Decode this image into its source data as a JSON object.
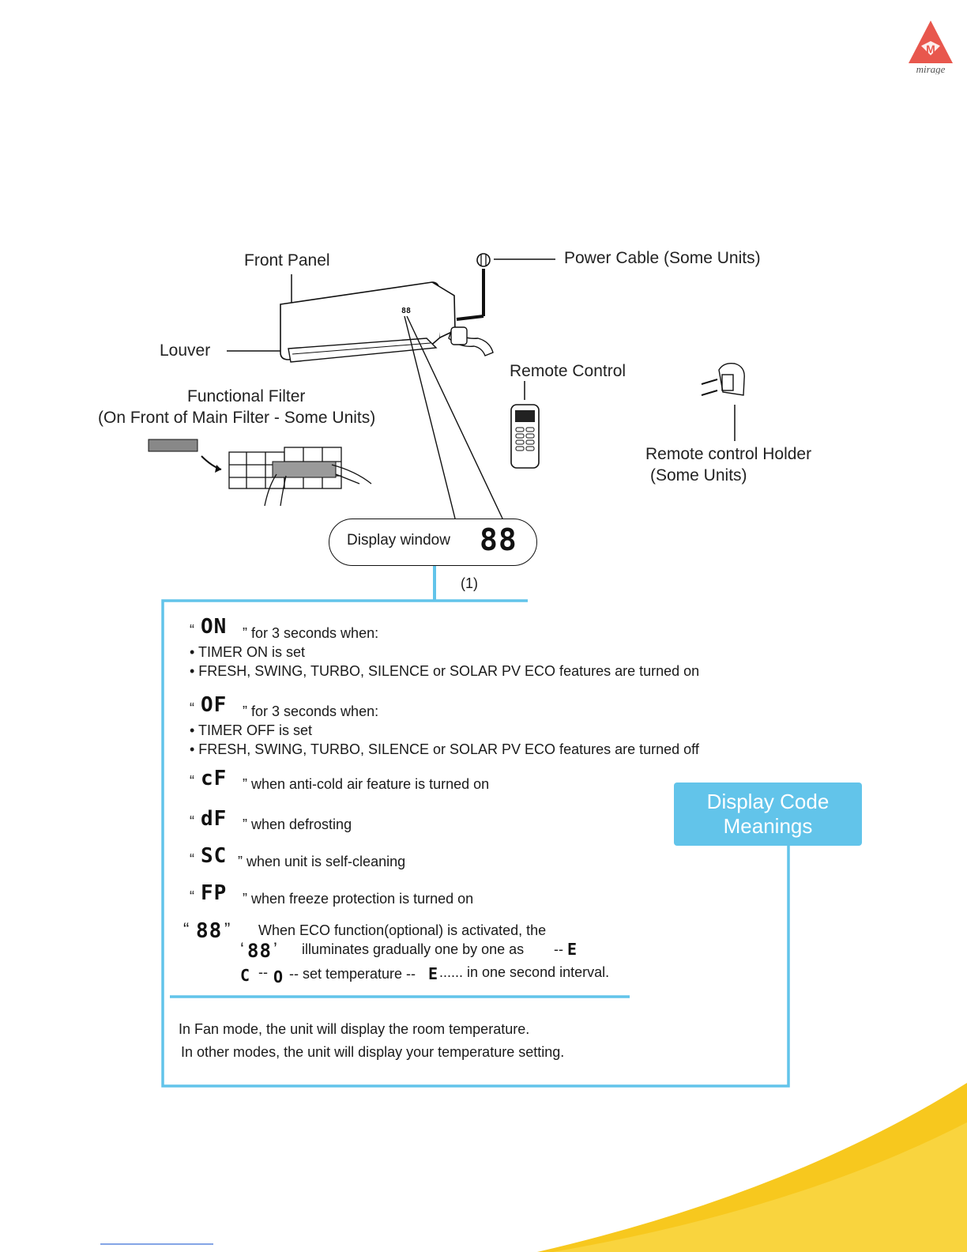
{
  "brand": {
    "name": "mirage",
    "mark": "M"
  },
  "diagram": {
    "front_panel": "Front Panel",
    "power_cable": "Power Cable (Some Units)",
    "louver": "Louver",
    "remote_control": "Remote Control",
    "functional_filter_line1": "Functional Filter",
    "functional_filter_line2": "(On Front of Main Filter - Some Units)",
    "holder_line1": "Remote control Holder",
    "holder_line2": "(Some Units)",
    "display_window": "Display window",
    "display_digits": "88",
    "unit_digits": "88",
    "callout_number": "(1)"
  },
  "codes": {
    "on": {
      "code": "ON",
      "title": "” for 3 seconds when:",
      "items": [
        "• TIMER ON is set",
        "• FRESH, SWING, TURBO, SILENCE or SOLAR PV ECO features are turned on"
      ]
    },
    "off": {
      "code": "OF",
      "title": "” for 3 seconds when:",
      "items": [
        "• TIMER OFF is set",
        "• FRESH, SWING, TURBO, SILENCE or SOLAR PV ECO features are turned off"
      ]
    },
    "cf": {
      "code": "cF",
      "text": "” when anti-cold air feature is turned on"
    },
    "df": {
      "code": "dF",
      "text": "” when defrosting"
    },
    "sc": {
      "code": "SC",
      "text": "” when unit is self-cleaning"
    },
    "fp": {
      "code": "FP",
      "text": "” when freeze protection is turned on"
    },
    "eco": {
      "code": "88",
      "line1": "When ECO function(optional) is activated, the",
      "code2": "88",
      "line2": "illuminates gradually one by one as",
      "dash1": "--",
      "seq_e": "E",
      "seq_c": "C",
      "dash2": "--",
      "seq_o": "O",
      "line3": "-- set temperature --",
      "seq_e2": "E",
      "line3b": "...... in one second interval."
    }
  },
  "meanings_box": {
    "line1": "Display Code",
    "line2": "Meanings"
  },
  "footer_note": {
    "line1": "In Fan mode, the unit will display the room temperature.",
    "line2": "In other modes, the unit will display your temperature setting."
  },
  "colors": {
    "accent_blue": "#62c4ea",
    "brand_red": "#e8574d",
    "corner_yellow": "#f7c81e"
  }
}
